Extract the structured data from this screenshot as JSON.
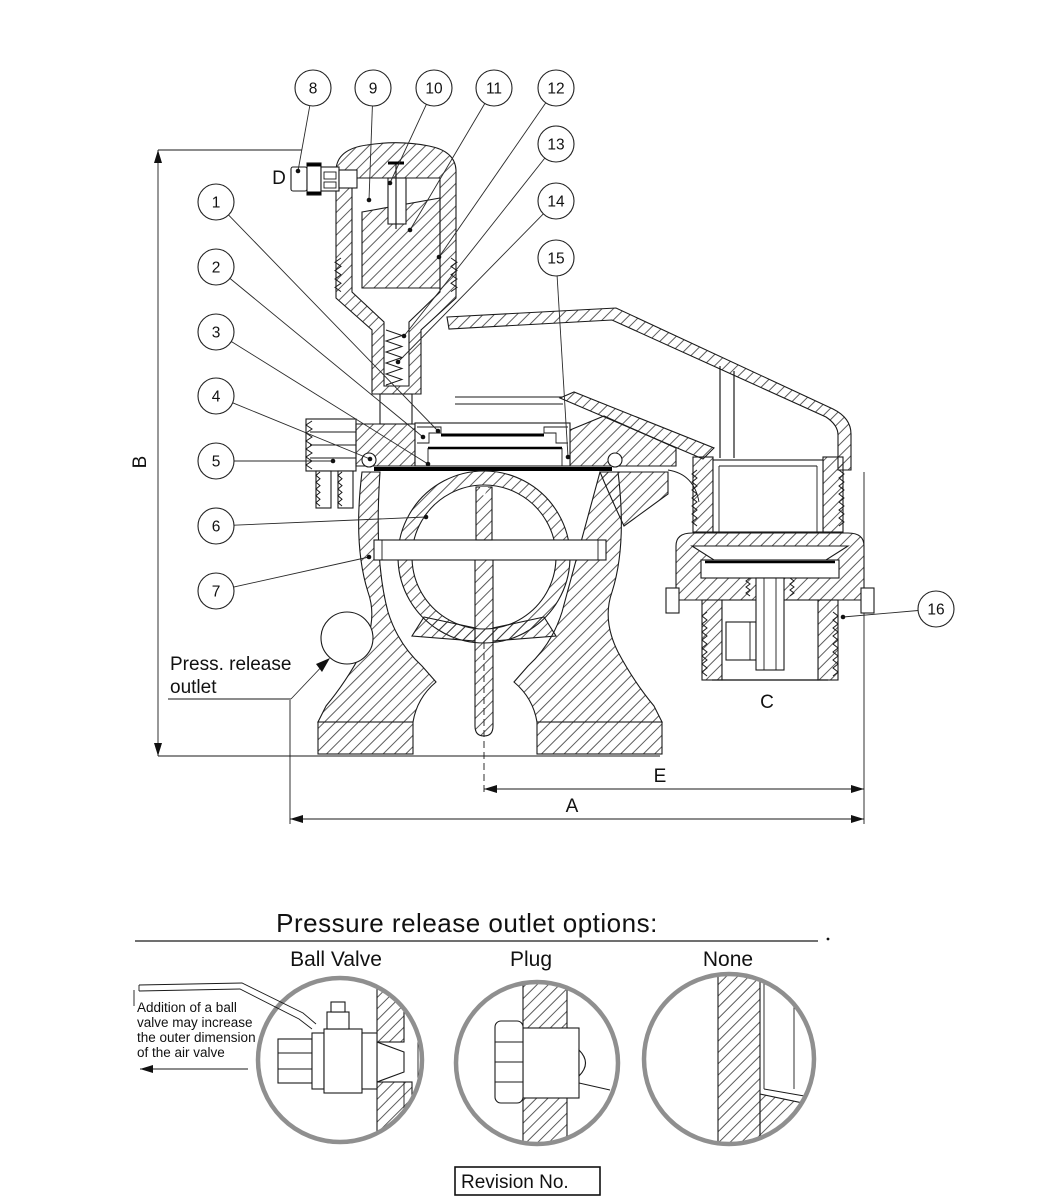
{
  "main_view": {
    "callouts": [
      "1",
      "2",
      "3",
      "4",
      "5",
      "6",
      "7",
      "8",
      "9",
      "10",
      "11",
      "12",
      "13",
      "14",
      "15",
      "16"
    ],
    "dim_labels": {
      "a": "A",
      "b": "B",
      "c": "C",
      "d": "D",
      "e": "E"
    },
    "press_release_label": {
      "line1": "Press. release",
      "line2": "outlet"
    }
  },
  "options_section": {
    "title": "Pressure release outlet options:",
    "options": [
      {
        "label": "Ball Valve"
      },
      {
        "label": "Plug"
      },
      {
        "label": "None"
      }
    ],
    "note_lines": [
      "Addition of a ball",
      "valve may increase",
      "the outer dimension",
      "of the air valve"
    ]
  },
  "revision_box": {
    "label": "Revision No."
  },
  "colors": {
    "line": "#1a1a1a",
    "option_circle": "#8f8f8f"
  }
}
